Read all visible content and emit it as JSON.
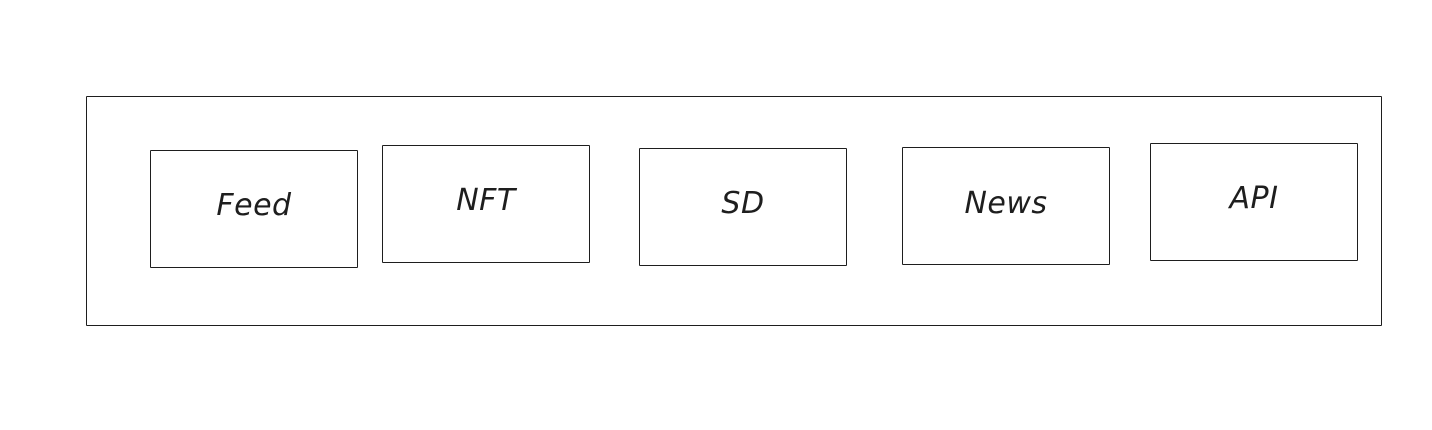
{
  "diagram": {
    "boxes": [
      {
        "id": "feed",
        "label": "Feed"
      },
      {
        "id": "nft",
        "label": "NFT"
      },
      {
        "id": "sd",
        "label": "SD"
      },
      {
        "id": "news",
        "label": "News"
      },
      {
        "id": "api",
        "label": "API"
      }
    ]
  },
  "colors": {
    "stroke": "#1e1e1e",
    "background": "#ffffff"
  }
}
